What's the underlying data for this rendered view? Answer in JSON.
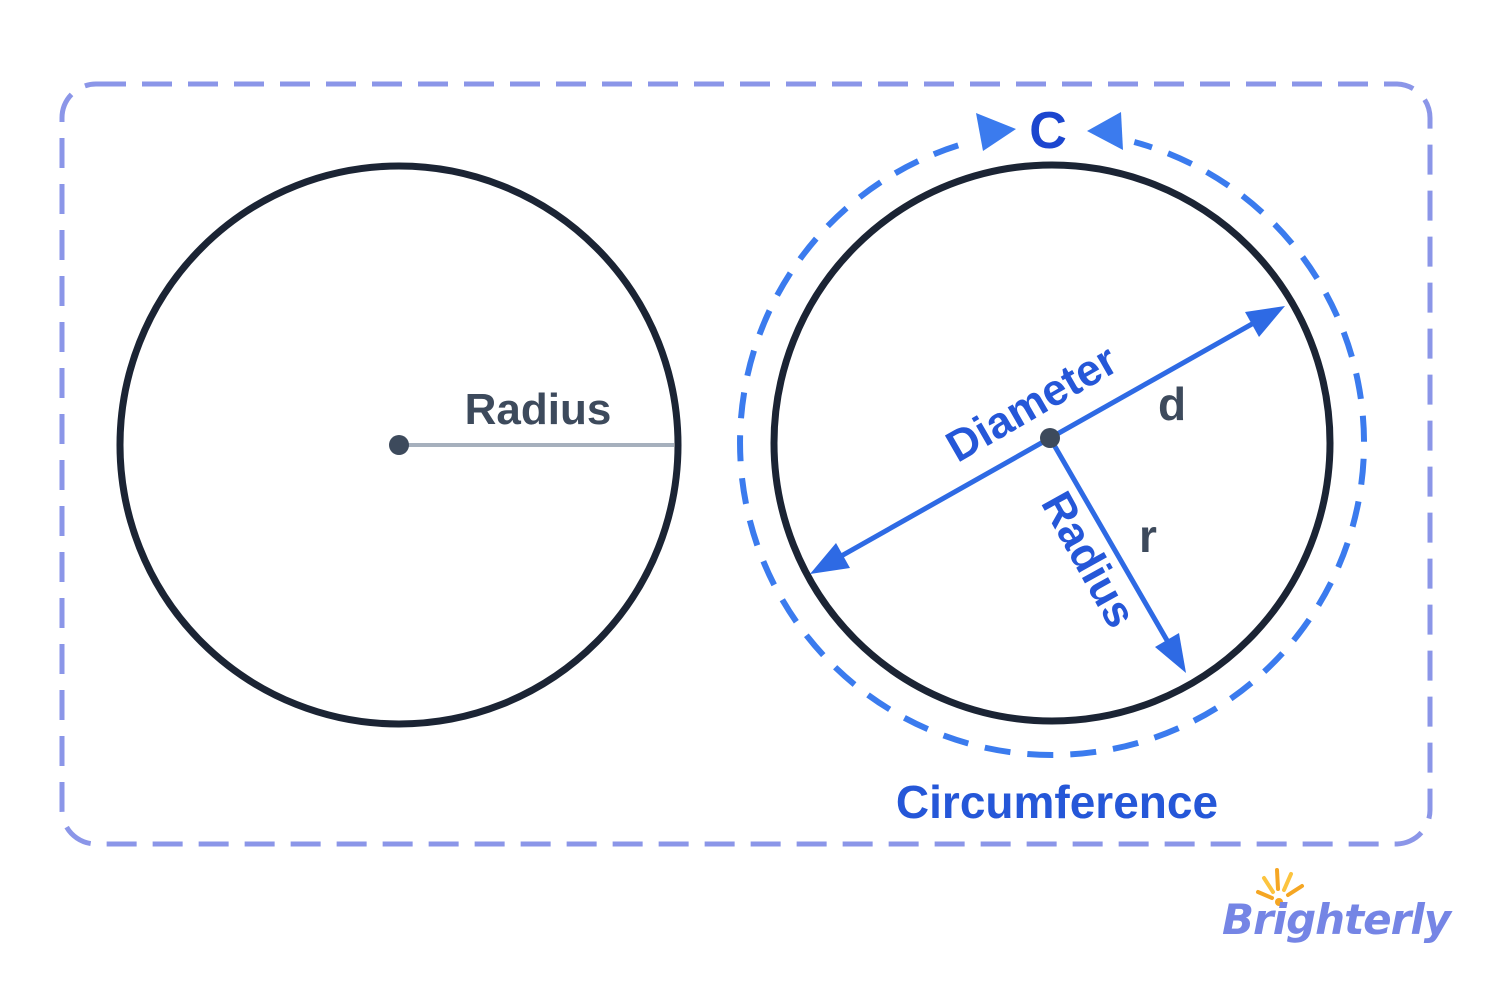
{
  "diagram": {
    "left_circle": {
      "radius_label": "Radius"
    },
    "right_circle": {
      "c_symbol": "C",
      "diameter_label": "Diameter",
      "d_symbol": "d",
      "radius_label": "Radius",
      "r_symbol": "r",
      "circumference_label": "Circumference"
    }
  },
  "branding": {
    "logo_text": "Brighterly"
  },
  "colors": {
    "circle_stroke_navy": "#1b2434",
    "dark_label_slate": "#3d4a5c",
    "radius_line_gray": "#a6b0bd",
    "blue_label": "#2557d8",
    "c_symbol_blue": "#1c46cf",
    "accent_arrow_blue": "#2e6ae4",
    "dashed_circle_blue": "#3b7bee",
    "border_dash_periwinkle": "#8b96e8",
    "logo_periwinkle": "#7585e5",
    "sun_orange": "#f5a623",
    "sun_yellow": "#fcc43f"
  }
}
